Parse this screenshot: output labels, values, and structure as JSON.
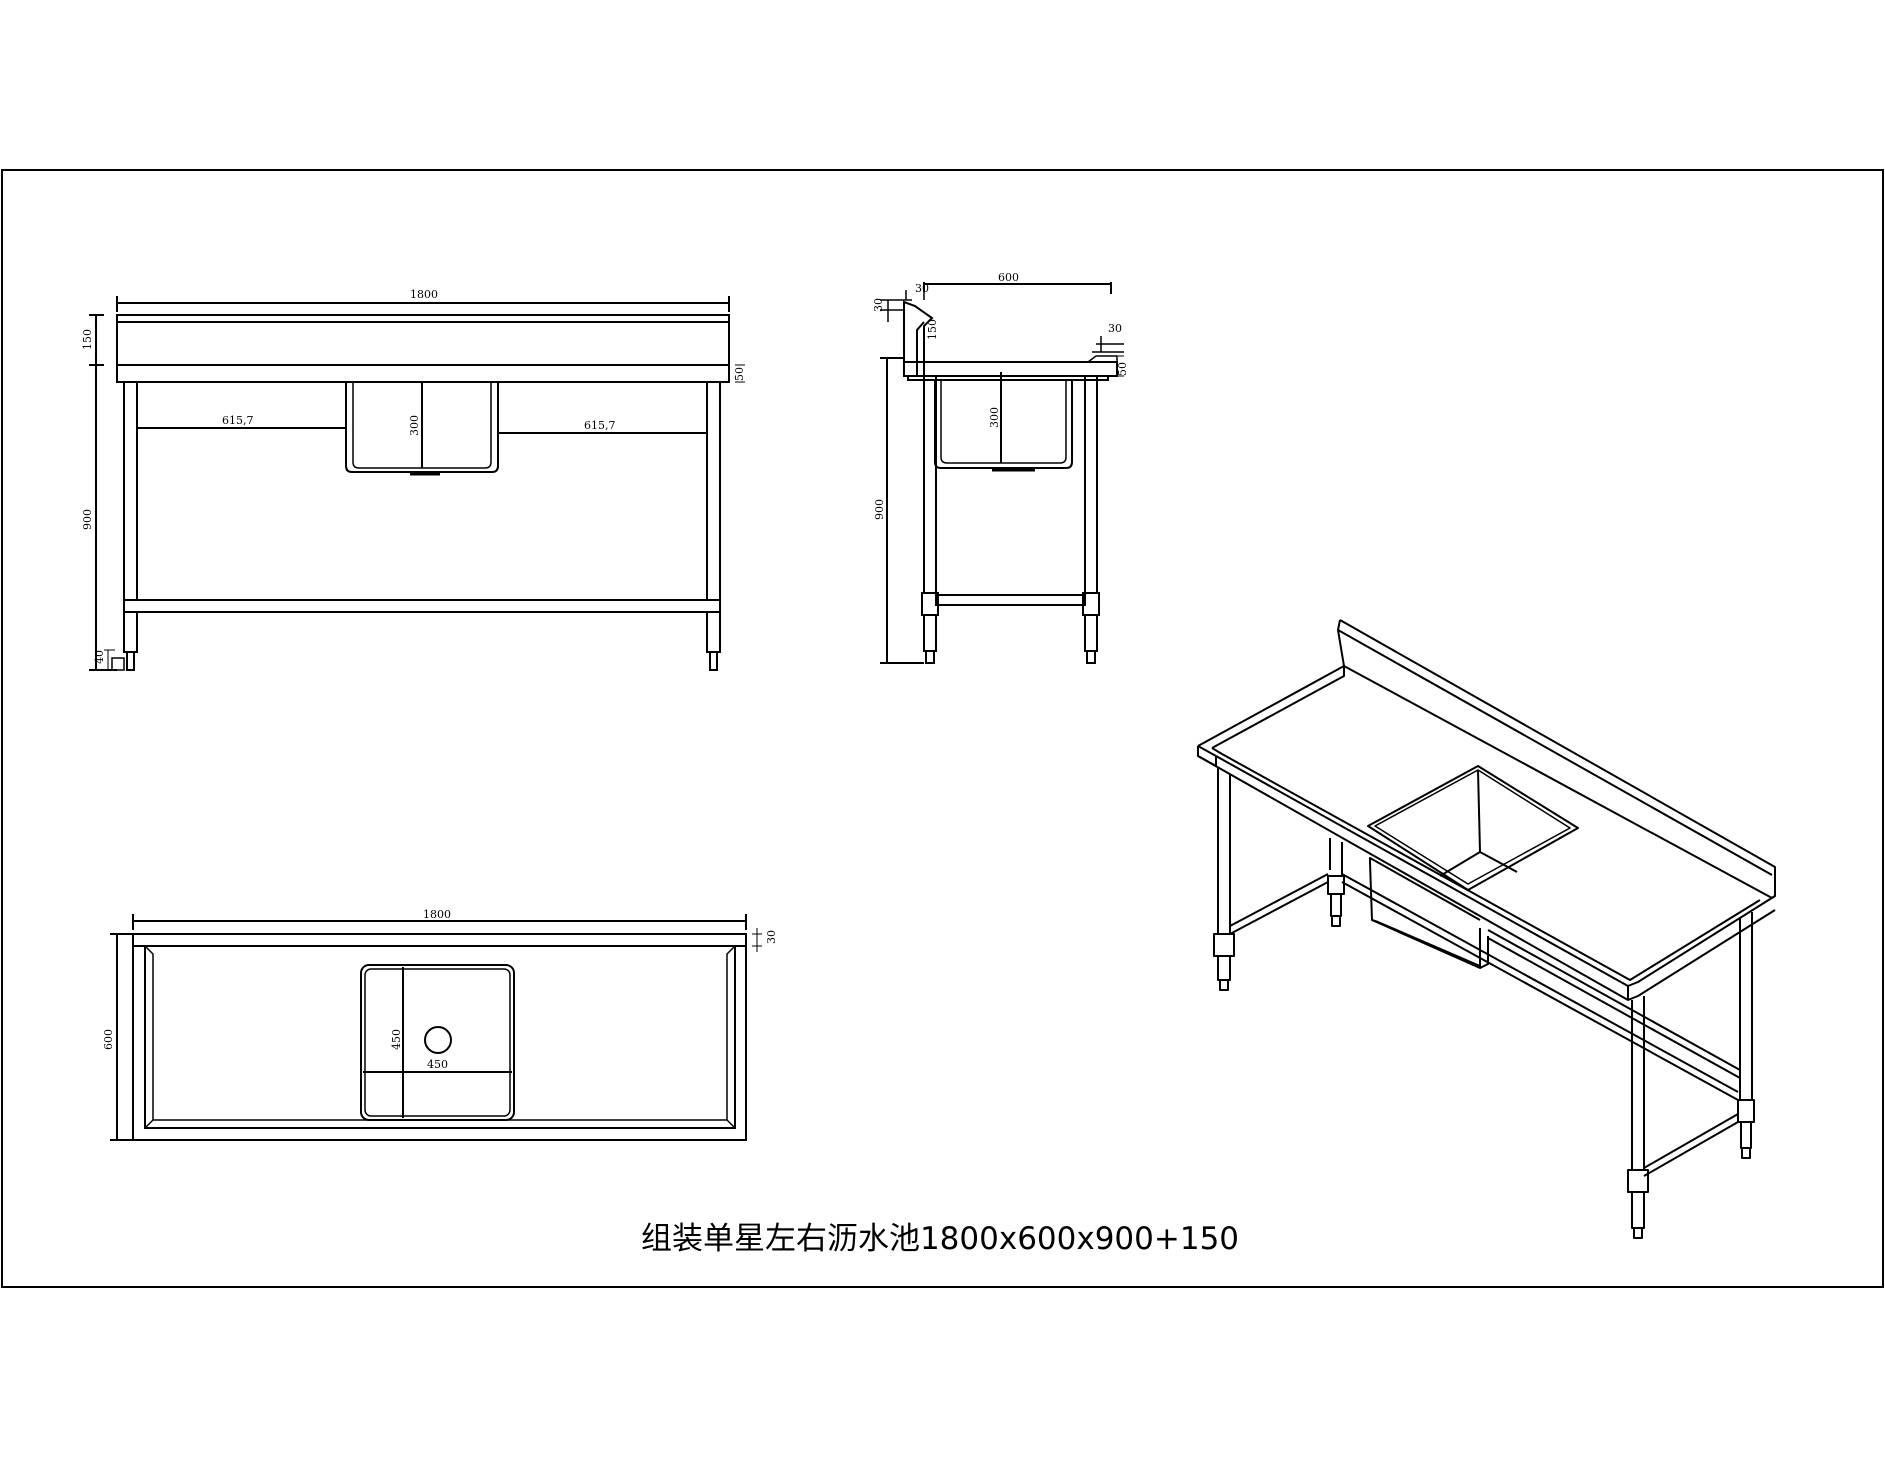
{
  "title": "组装单星左右沥水池1800x600x900+150",
  "front_view": {
    "width": "1800",
    "backsplash": "150",
    "sink_depth": "300",
    "height": "900",
    "left_offset": "615,7",
    "right_offset": "615,7",
    "edge": "50",
    "foot": "40"
  },
  "side_view": {
    "depth": "600",
    "backsplash_top": "30",
    "backsplash_thickness": "30",
    "backsplash": "150",
    "front_lip": "30",
    "edge": "50",
    "sink_depth": "300",
    "height": "900"
  },
  "top_view": {
    "width": "1800",
    "depth": "600",
    "edge": "30",
    "basin_depth": "450",
    "basin_width": "450"
  }
}
